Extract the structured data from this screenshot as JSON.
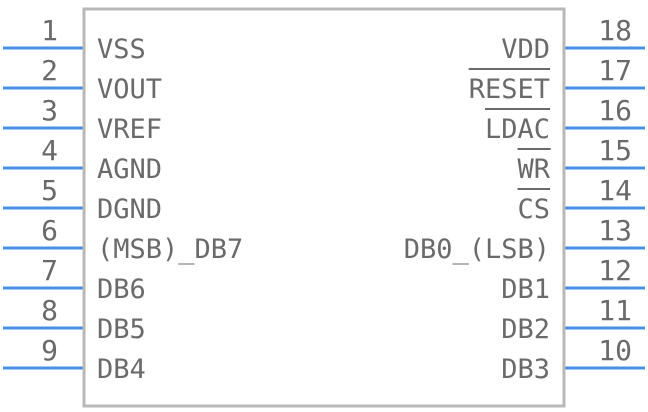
{
  "colors": {
    "pin_line": "#4a90e2",
    "body_outline": "#b8b8b8",
    "text": "#6a6a6a",
    "background": "#ffffff"
  },
  "left_pins": [
    {
      "number": "1",
      "label": "VSS",
      "overbar": false
    },
    {
      "number": "2",
      "label": "VOUT",
      "overbar": false
    },
    {
      "number": "3",
      "label": "VREF",
      "overbar": false
    },
    {
      "number": "4",
      "label": "AGND",
      "overbar": false
    },
    {
      "number": "5",
      "label": "DGND",
      "overbar": false
    },
    {
      "number": "6",
      "label": "(MSB)_DB7",
      "overbar": false
    },
    {
      "number": "7",
      "label": "DB6",
      "overbar": false
    },
    {
      "number": "8",
      "label": "DB5",
      "overbar": false
    },
    {
      "number": "9",
      "label": "DB4",
      "overbar": false
    }
  ],
  "right_pins": [
    {
      "number": "18",
      "label": "VDD",
      "overbar": false
    },
    {
      "number": "17",
      "label": "RESET",
      "overbar": true
    },
    {
      "number": "16",
      "label": "LDAC",
      "overbar": true
    },
    {
      "number": "15",
      "label": "WR",
      "overbar": true
    },
    {
      "number": "14",
      "label": "CS",
      "overbar": true
    },
    {
      "number": "13",
      "label": "DB0_(LSB)",
      "overbar": false
    },
    {
      "number": "12",
      "label": "DB1",
      "overbar": false
    },
    {
      "number": "11",
      "label": "DB2",
      "overbar": false
    },
    {
      "number": "10",
      "label": "DB3",
      "overbar": false
    }
  ]
}
